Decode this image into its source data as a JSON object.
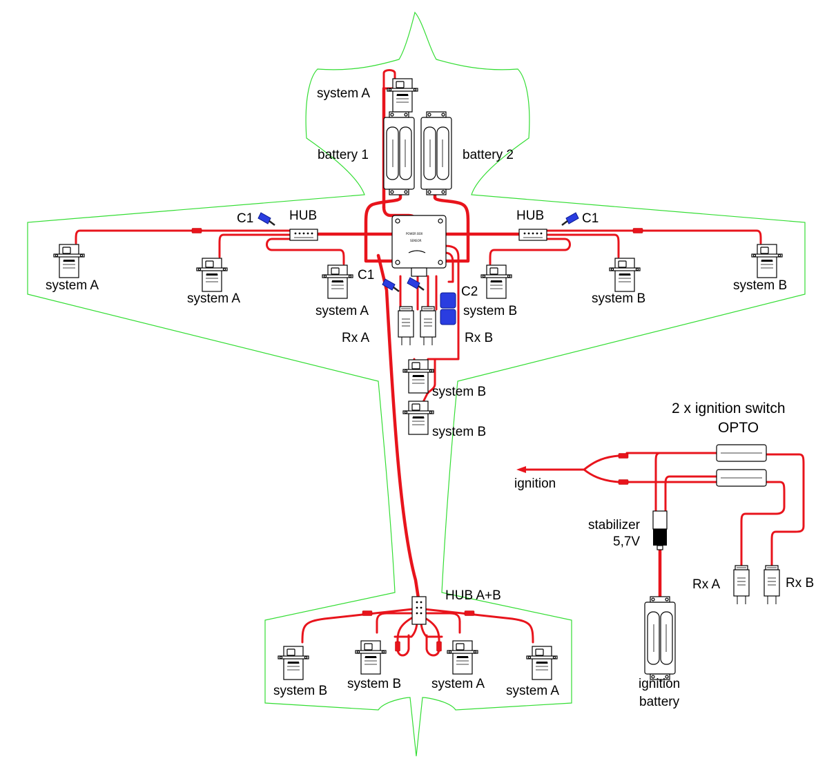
{
  "labels": {
    "system_a": "system A",
    "system_b": "system B",
    "battery_1": "battery 1",
    "battery_2": "battery 2",
    "hub": "HUB",
    "hub_ab": "HUB A+B",
    "c1": "C1",
    "c2": "C2",
    "rx_a": "Rx A",
    "rx_b": "Rx B",
    "ignition_switch_line1": "2 x ignition switch",
    "ignition_switch_line2": "OPTO",
    "ignition": "ignition",
    "stabilizer_line1": "stabilizer",
    "stabilizer_line2": "5,7V",
    "ignition_battery_line1": "ignition",
    "ignition_battery_line2": "battery"
  },
  "colors": {
    "wire": "#e8141c",
    "outline": "#33dd33",
    "connector": "#2a3de0"
  }
}
